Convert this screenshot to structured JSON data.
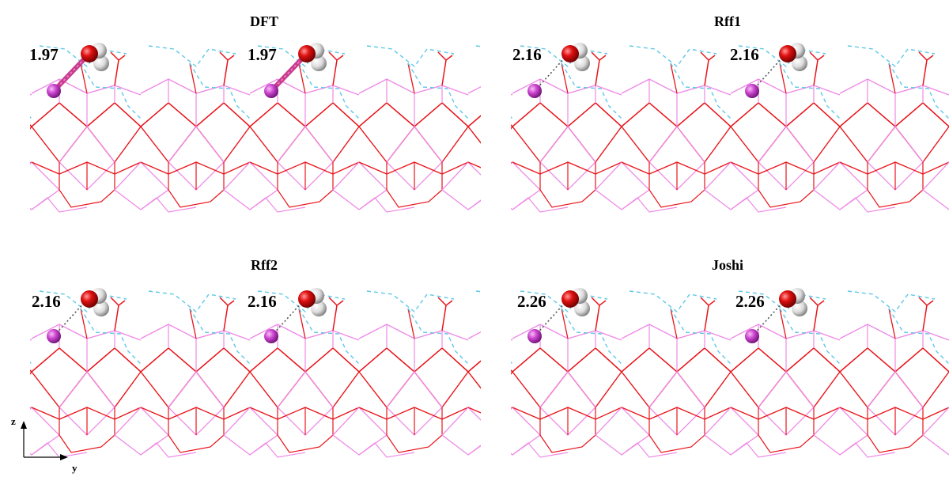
{
  "panels": [
    {
      "title": "DFT",
      "distances": [
        "1.97",
        "1.97"
      ],
      "bond_style": "bold"
    },
    {
      "title": "Rff1",
      "distances": [
        "2.16",
        "2.16"
      ],
      "bond_style": "dotted"
    },
    {
      "title": "Rff2",
      "distances": [
        "2.16",
        "2.16"
      ],
      "bond_style": "dotted"
    },
    {
      "title": "Joshi",
      "distances": [
        "2.26",
        "2.26"
      ],
      "bond_style": "dotted"
    }
  ],
  "axes": {
    "vertical": "z",
    "horizontal": "y"
  },
  "colors": {
    "oxygen_bond": "#e8141a",
    "metal_bond": "#ee8ae6",
    "hydrogen_bond": "#5fc8e8",
    "oxygen_atom": "#d40000",
    "hydrogen_atom": "#e0e0e0",
    "metal_atom": "#c23cc8",
    "text": "#000000"
  }
}
